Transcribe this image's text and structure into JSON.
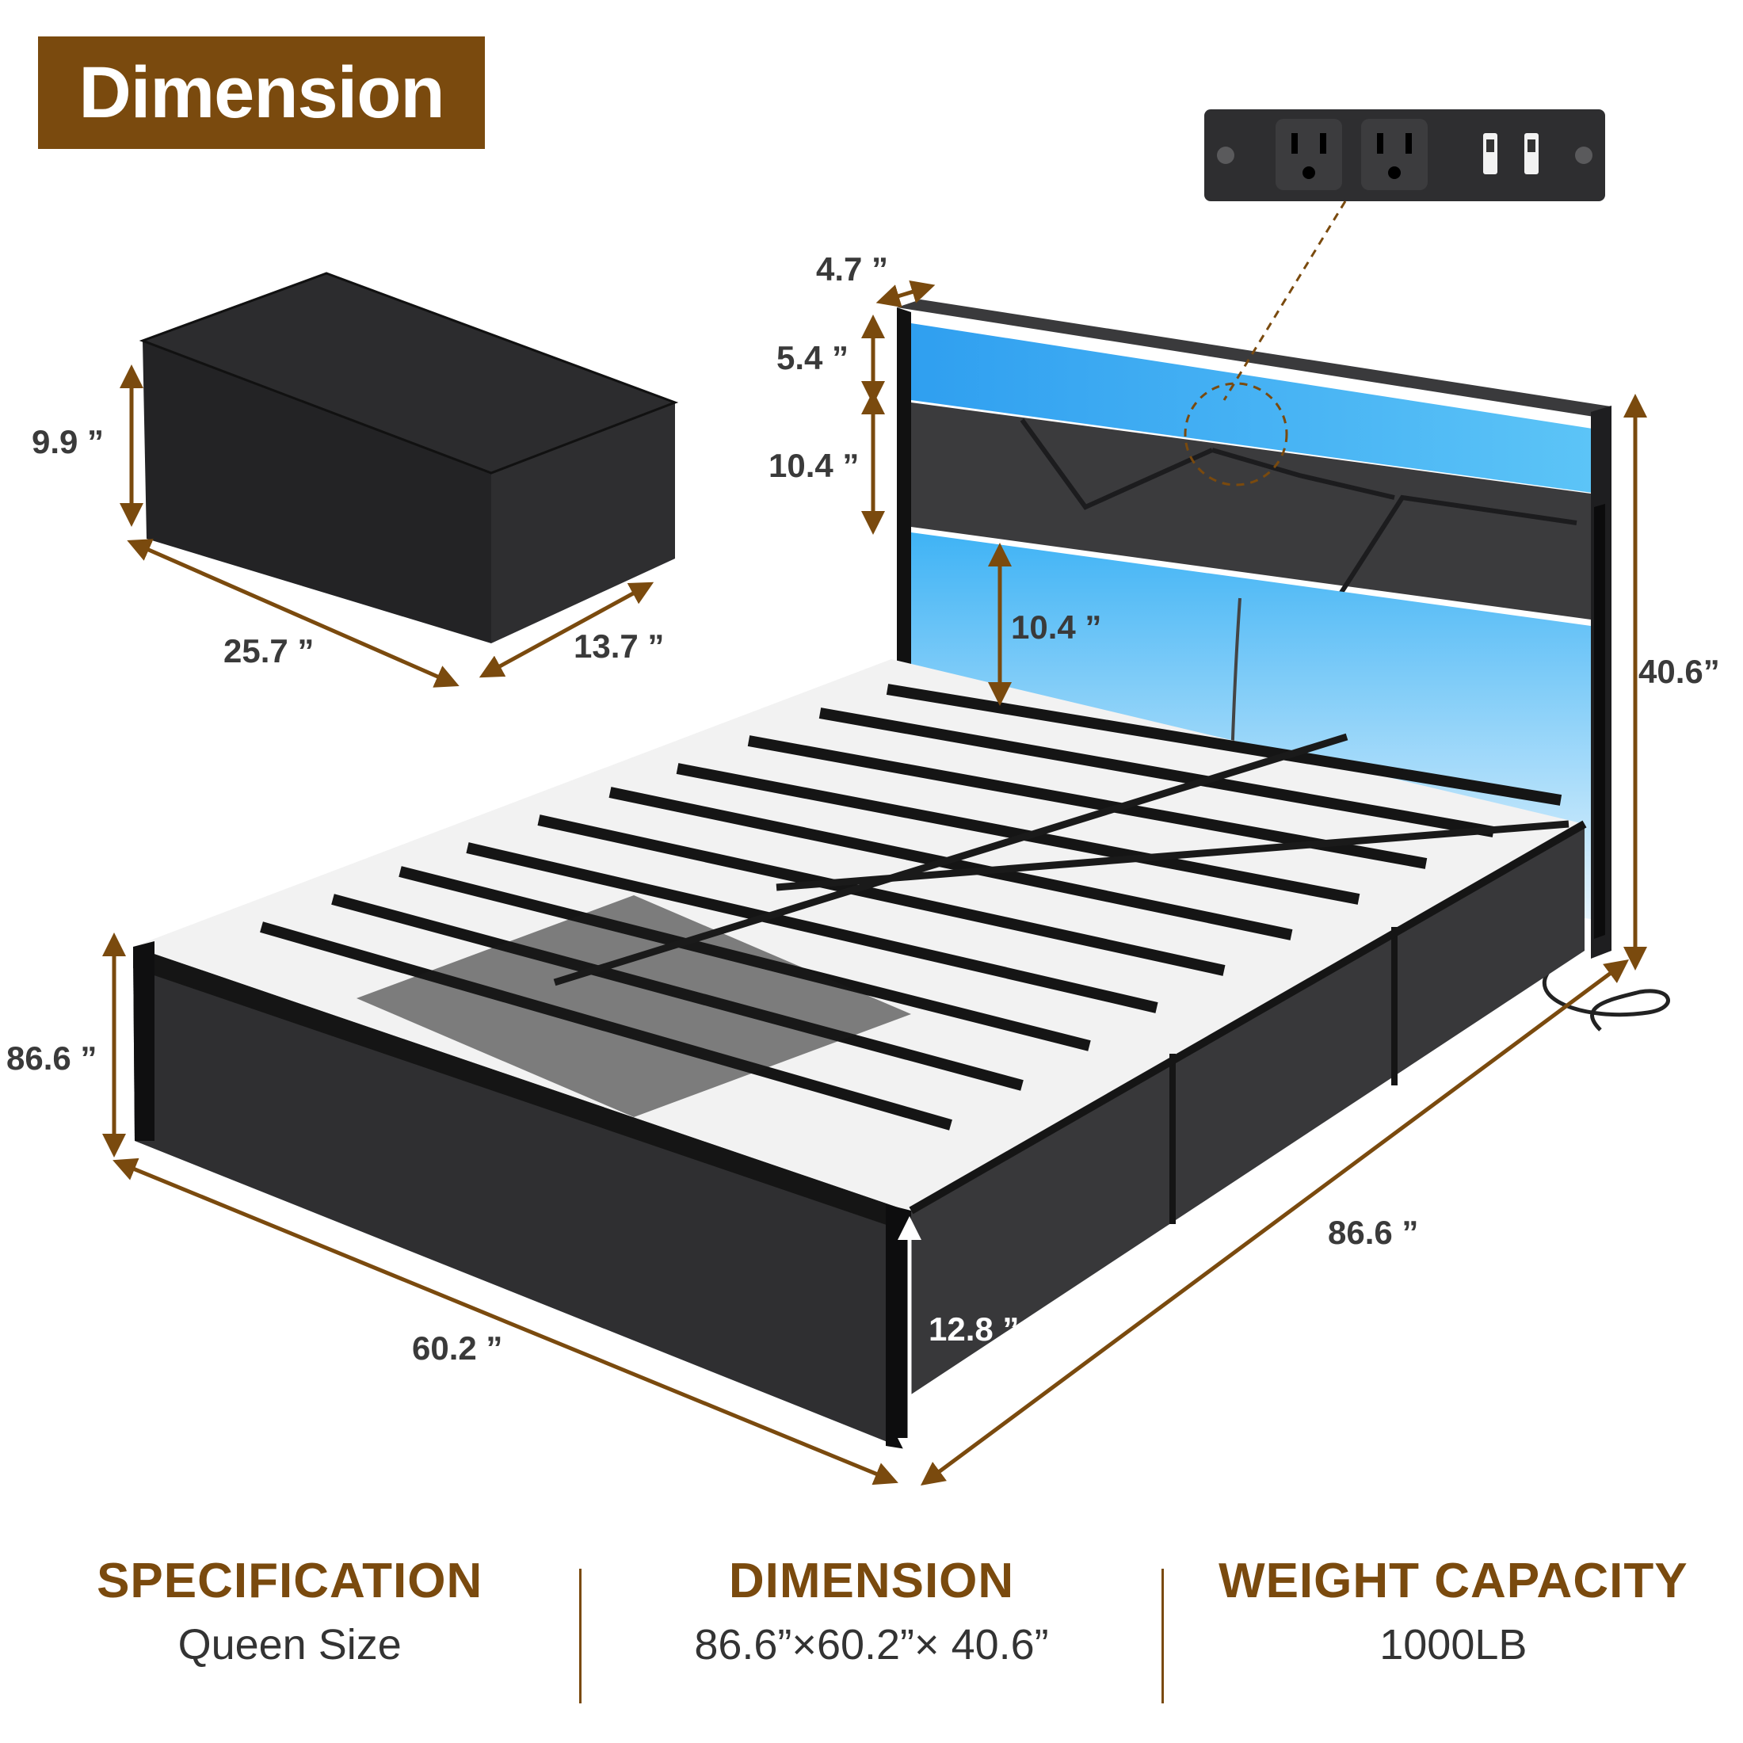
{
  "title": "Dimension",
  "colors": {
    "brand_brown": "#7a4a0e",
    "led_blue": "#3fb3f5",
    "frame_dark": "#2a2a2c"
  },
  "dimensions": {
    "shelf_depth": "4.7 ”",
    "shelf_height": "5.4 ”",
    "headboard_panel": "10.4 ”",
    "under_panel_gap": "10.4 ”",
    "headboard_height": "40.6”",
    "drawer_height": "9.9 ”",
    "drawer_length": "25.7 ”",
    "drawer_width": "13.7 ”",
    "frame_height_left": "86.6 ”",
    "bed_length": "86.6 ”",
    "bed_width": "60.2 ”",
    "clearance": "12.8 ”"
  },
  "power_strip": {
    "outlets": [
      "outlet-icon",
      "outlet-icon"
    ],
    "usb_ports": [
      "usb-icon",
      "usb-icon"
    ]
  },
  "specs": [
    {
      "heading": "SPECIFICATION",
      "value": "Queen Size"
    },
    {
      "heading": "DIMENSION",
      "value": "86.6”×60.2”× 40.6”"
    },
    {
      "heading": "WEIGHT CAPACITY",
      "value": "1000LB"
    }
  ]
}
